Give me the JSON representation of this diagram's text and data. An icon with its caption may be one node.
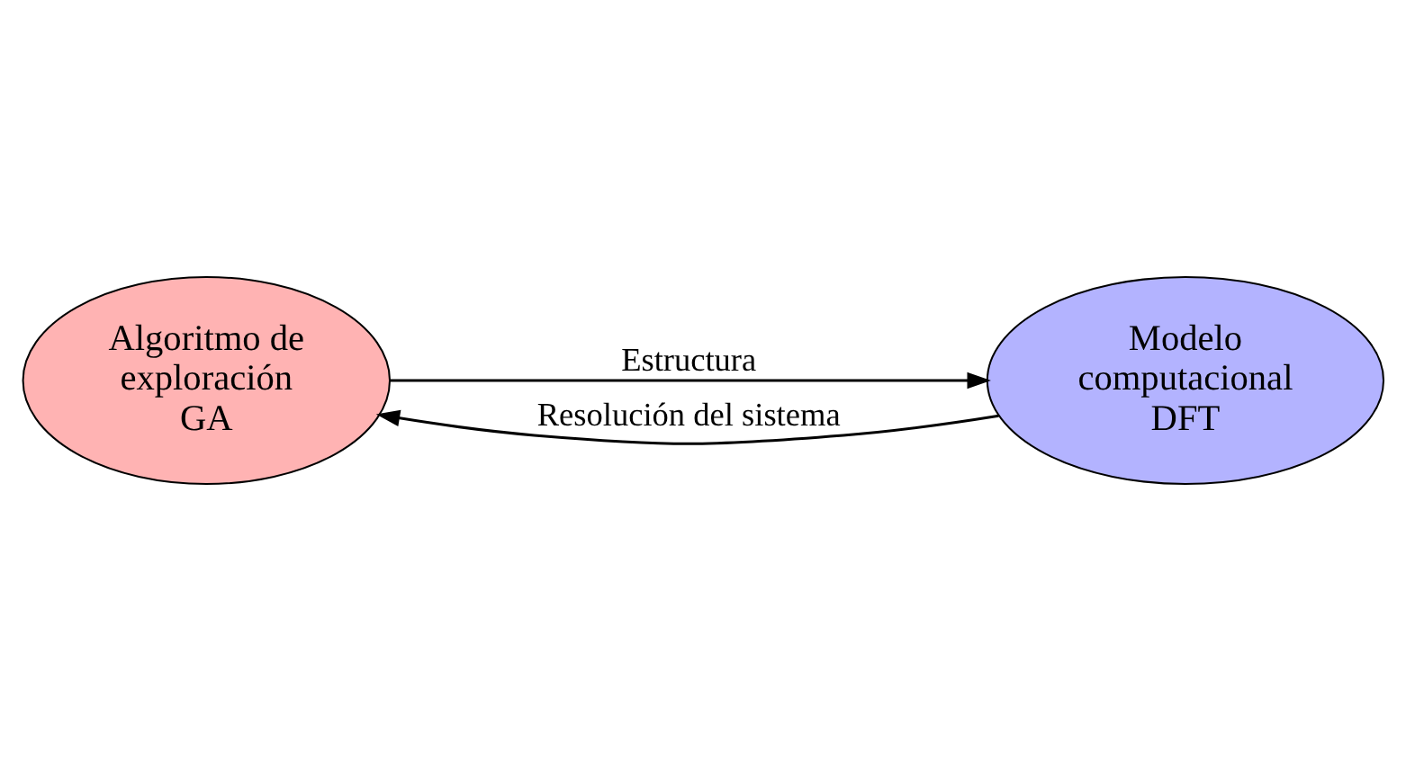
{
  "diagram": {
    "nodes": [
      {
        "text": [
          "Algoritmo de exploración",
          "GA"
        ]
      },
      {
        "text": [
          "Modelo computacional",
          "DFT"
        ]
      }
    ],
    "edges": [
      {
        "from": 0,
        "to": 1,
        "arrow": "to",
        "label": "Estructura"
      },
      {
        "from": 1,
        "to": 0,
        "arrow": "to",
        "label": "Resolución del sistema"
      }
    ]
  }
}
